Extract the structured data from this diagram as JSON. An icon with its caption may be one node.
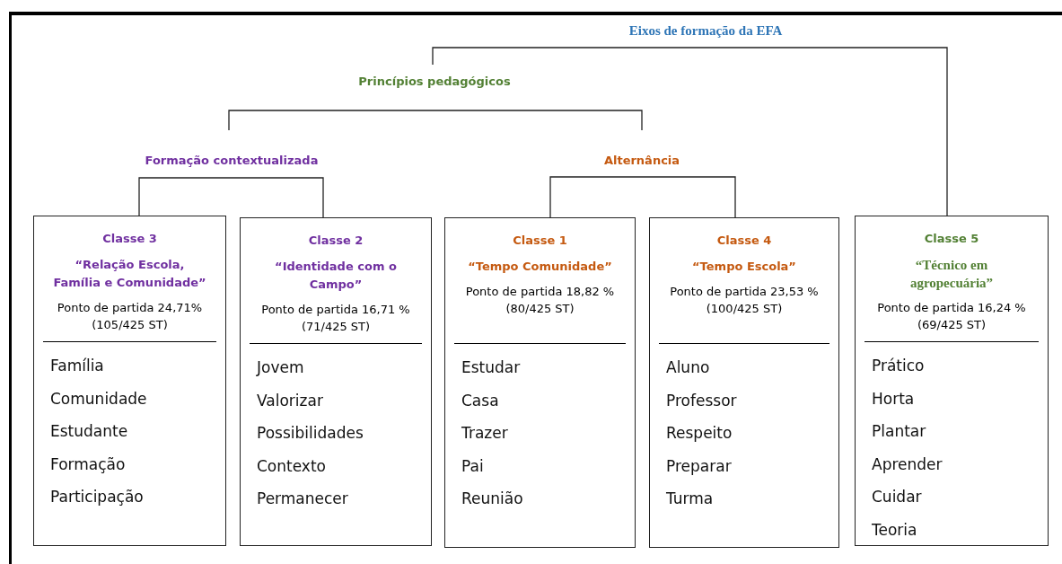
{
  "diagram": {
    "nodes": [
      {
        "text": [
          "Eixos de formação da EFA"
        ]
      },
      {
        "text": [
          "Princípios pedagógicos"
        ]
      },
      {
        "text": [
          "Formação contextualizada"
        ]
      },
      {
        "text": [
          "Alternância"
        ]
      },
      {
        "text": [
          "Classe 3",
          "“Relação Escola, Família e Comunidade”",
          "Ponto de partida 24,71% (105/425 ST)",
          "Família",
          "Comunidade",
          "Estudante",
          "Formação",
          "Participação"
        ]
      },
      {
        "text": [
          "Classe 2",
          "“Identidade com o Campo”",
          "Ponto de partida 16,71 % (71/425 ST)",
          "Jovem",
          "Valorizar",
          "Possibilidades",
          "Contexto",
          "Permanecer"
        ]
      },
      {
        "text": [
          "Classe 1",
          "“Tempo Comunidade”",
          "Ponto de partida 18,82 % (80/425 ST)",
          "Estudar",
          "Casa",
          "Trazer",
          "Pai",
          "Reunião"
        ]
      },
      {
        "text": [
          "Classe 4",
          "“Tempo Escola”",
          "Ponto de partida 23,53 % (100/425 ST)",
          "Aluno",
          "Professor",
          "Respeito",
          "Preparar",
          "Turma"
        ]
      },
      {
        "text": [
          "Classe 5",
          "“Técnico em agropecuária”",
          "Ponto de partida 16,24 % (69/425 ST)",
          "Prático",
          "Horta",
          "Plantar",
          "Aprender",
          "Cuidar",
          "Teoria"
        ]
      }
    ],
    "edges": [
      {
        "from": 0,
        "to": 1,
        "arrow": "none"
      },
      {
        "from": 0,
        "to": 8,
        "arrow": "none"
      },
      {
        "from": 1,
        "to": 2,
        "arrow": "none"
      },
      {
        "from": 1,
        "to": 3,
        "arrow": "none"
      },
      {
        "from": 2,
        "to": 4,
        "arrow": "none"
      },
      {
        "from": 2,
        "to": 5,
        "arrow": "none"
      },
      {
        "from": 3,
        "to": 6,
        "arrow": "none"
      },
      {
        "from": 3,
        "to": 7,
        "arrow": "none"
      }
    ]
  }
}
